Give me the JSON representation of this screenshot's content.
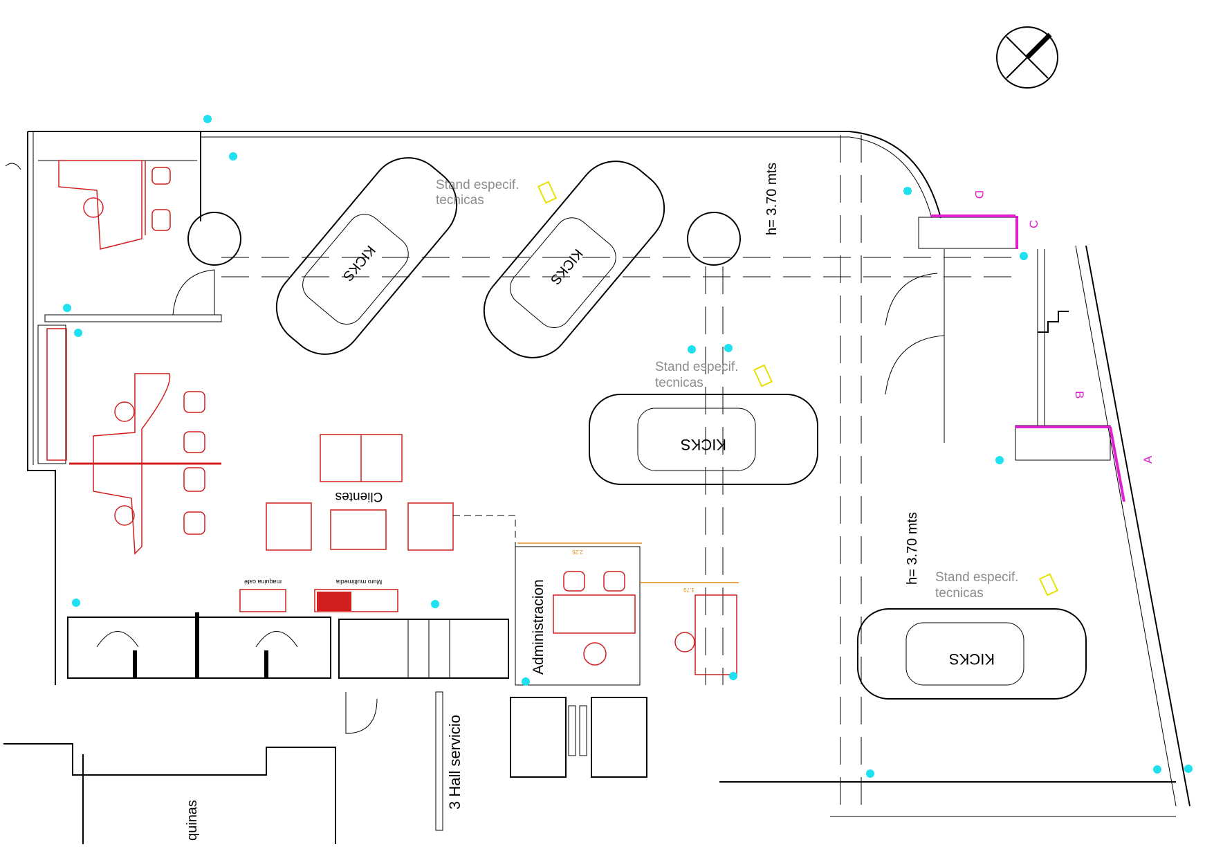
{
  "labels": {
    "height_top": "h= 3.70 mts",
    "height_right": "h= 3.70 mts",
    "stand_1": [
      "Stand especif.",
      "tecnicas"
    ],
    "stand_2": [
      "Stand especif.",
      "tecnicas"
    ],
    "stand_3": [
      "Stand especif.",
      "tecnicas"
    ],
    "car_brand": "KICKS",
    "clients": "Clientes",
    "administration": "Administracion",
    "hall": "3 Hall servicio",
    "machines": "quinas",
    "coffee_machine": "maquina café",
    "multimedia_wall": "Muro multimedia",
    "dim_1": "2.25",
    "dim_2": "1.79"
  },
  "section_marks": [
    "A",
    "B",
    "C",
    "D"
  ],
  "colors": {
    "walls": "#000000",
    "furniture": "#d11f1f",
    "lights": "#1fe0ee",
    "section_line": "#e020d0",
    "stand_marker": "#e8e000",
    "dimension": "#e08a10",
    "grey_text": "#8c8c8c"
  },
  "icons": [
    "north-arrow-icon",
    "car-icon",
    "chair-icon",
    "light-point-icon"
  ]
}
